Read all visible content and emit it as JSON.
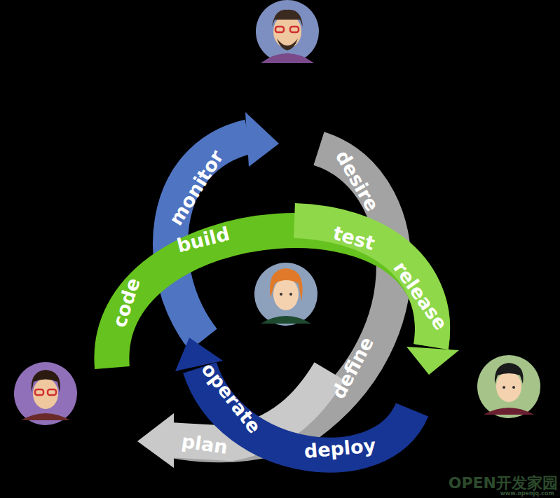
{
  "diagram": {
    "labels": [
      "monitor",
      "build",
      "code",
      "desire",
      "test",
      "release",
      "define",
      "operate",
      "deploy",
      "plan",
      "OPEN开发家园",
      "www.openjq.com"
    ]
  }
}
